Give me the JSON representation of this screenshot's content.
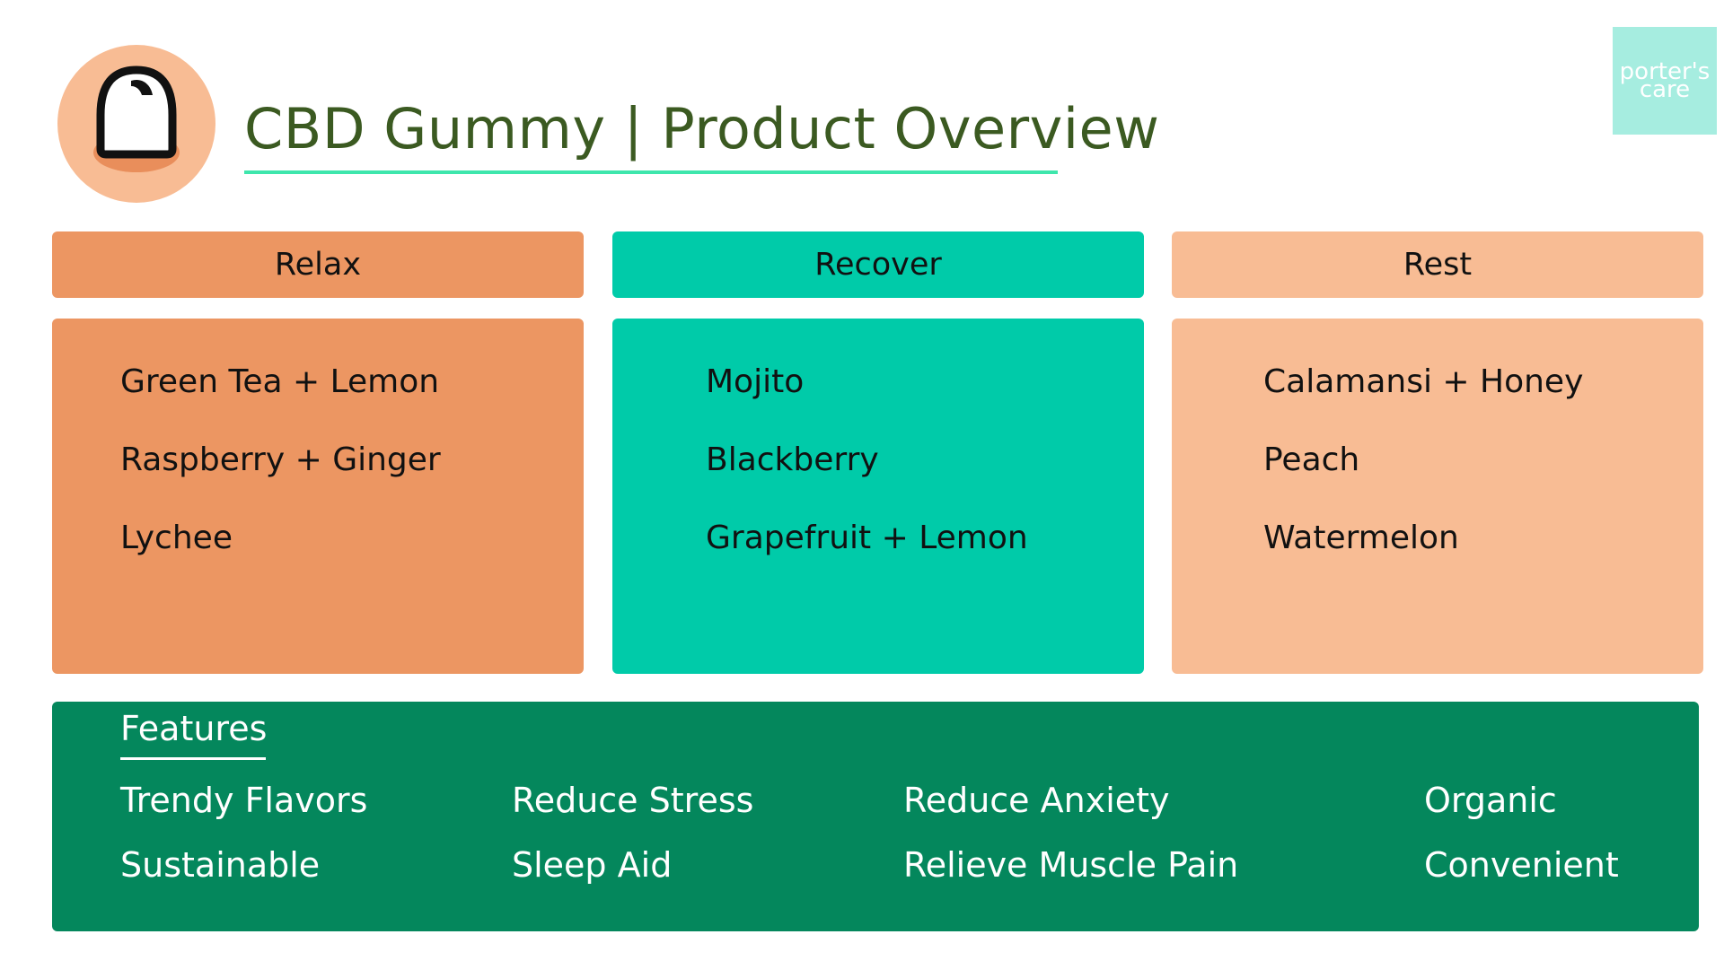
{
  "header": {
    "title": "CBD Gummy | Product Overview",
    "logo_icon": "gummy-icon",
    "brand_badge": [
      "porter's",
      "care"
    ]
  },
  "categories": [
    {
      "label": "Relax",
      "flavors": [
        "Green Tea + Lemon",
        "Raspberry + Ginger",
        "Lychee"
      ]
    },
    {
      "label": "Recover",
      "flavors": [
        "Mojito",
        "Blackberry",
        "Grapefruit + Lemon"
      ]
    },
    {
      "label": "Rest",
      "flavors": [
        "Calamansi + Honey",
        "Peach",
        "Watermelon"
      ]
    }
  ],
  "features": {
    "title": "Features",
    "items": [
      [
        "Trendy Flavors",
        "Sustainable"
      ],
      [
        "Reduce Stress",
        "Sleep Aid"
      ],
      [
        "Reduce Anxiety",
        "Relieve Muscle Pain"
      ],
      [
        "Organic",
        "Convenient"
      ]
    ]
  },
  "colors": {
    "relax": "#EC9662",
    "recover": "#00CBA9",
    "rest": "#F8BC94",
    "features_bg": "#04875C",
    "title_text": "#3B5A21",
    "accent_underline": "#3EE6AC",
    "brand_badge_bg": "#A6EDE0"
  }
}
